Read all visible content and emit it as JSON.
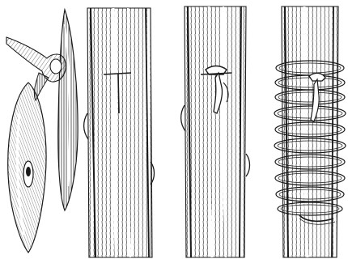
{
  "illustration": {
    "style": "engraving",
    "ink_color": "#1a1a1a",
    "paper_color": "#ffffff",
    "panels": [
      {
        "subject": "bone-toggle-and-spindle"
      },
      {
        "subject": "stick-with-t-slit"
      },
      {
        "subject": "stick-with-peg-inserted"
      },
      {
        "subject": "stick-bound-with-cord"
      }
    ]
  }
}
